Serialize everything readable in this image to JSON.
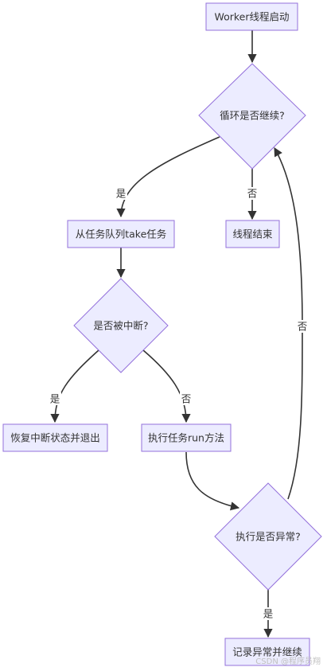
{
  "flowchart": {
    "nodes": {
      "start": "Worker线程启动",
      "loop_check": "循环是否继续?",
      "take_task": "从任务队列take任务",
      "thread_end": "线程结束",
      "interrupted_check": "是否被中断?",
      "restore_exit": "恢复中断状态并退出",
      "run_task": "执行任务run方法",
      "exception_check": "执行是否异常?",
      "log_continue": "记录异常并继续"
    },
    "edge_labels": {
      "loop_yes": "是",
      "loop_no": "否",
      "interrupted_yes": "是",
      "interrupted_no": "否",
      "exception_yes": "是",
      "exception_no": "否"
    }
  },
  "watermark": "CSDN @程序员翔"
}
